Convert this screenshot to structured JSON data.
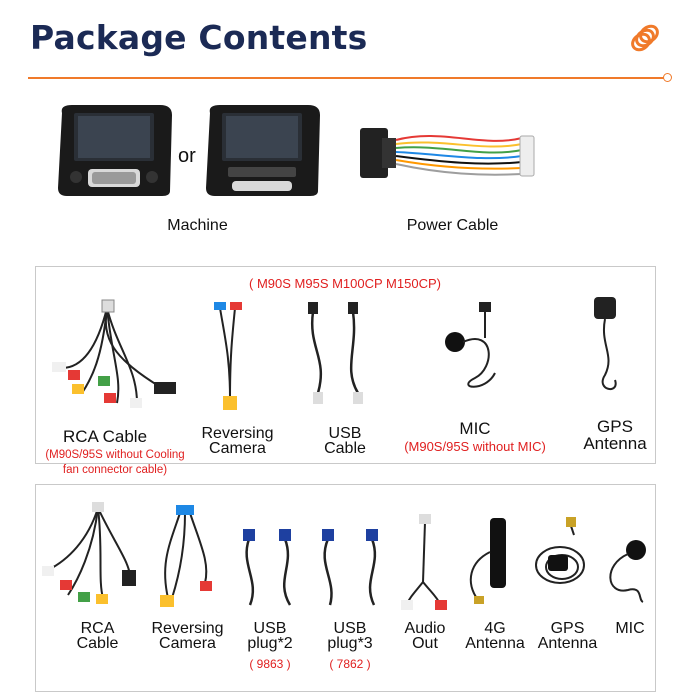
{
  "header": {
    "title": "Package Contents",
    "accent_color": "#f07a2a",
    "title_color": "#1b2a55",
    "logo_icon": "spiral-coil-logo-icon"
  },
  "top": {
    "or_text": "or",
    "machine_label": "Machine",
    "power_label": "Power Cable"
  },
  "box1": {
    "models_note": "( M90S M95S M100CP M150CP)",
    "items": [
      {
        "label_line1": "RCA Cable",
        "label_line2": "",
        "note_line1": "(M90S/95S without Cooling",
        "note_line2": "fan connector cable)"
      },
      {
        "label_line1": "Reversing",
        "label_line2": "Camera"
      },
      {
        "label_line1": "USB",
        "label_line2": "Cable"
      },
      {
        "label_line1": "MIC",
        "note": "(M90S/95S without MIC)"
      },
      {
        "label_line1": "GPS",
        "label_line2": "Antenna"
      }
    ]
  },
  "box2": {
    "items": [
      {
        "label_line1": "RCA",
        "label_line2": "Cable"
      },
      {
        "label_line1": "Reversing",
        "label_line2": "Camera"
      },
      {
        "label_line1": "USB",
        "label_line2": "plug*2",
        "note": "( 9863 )"
      },
      {
        "label_line1": "USB",
        "label_line2": "plug*3",
        "note": "( 7862 )"
      },
      {
        "label_line1": "Audio",
        "label_line2": "Out"
      },
      {
        "label_line1": "4G",
        "label_line2": "Antenna"
      },
      {
        "label_line1": "GPS",
        "label_line2": "Antenna"
      },
      {
        "label_line1": "MIC",
        "label_line2": ""
      }
    ]
  }
}
